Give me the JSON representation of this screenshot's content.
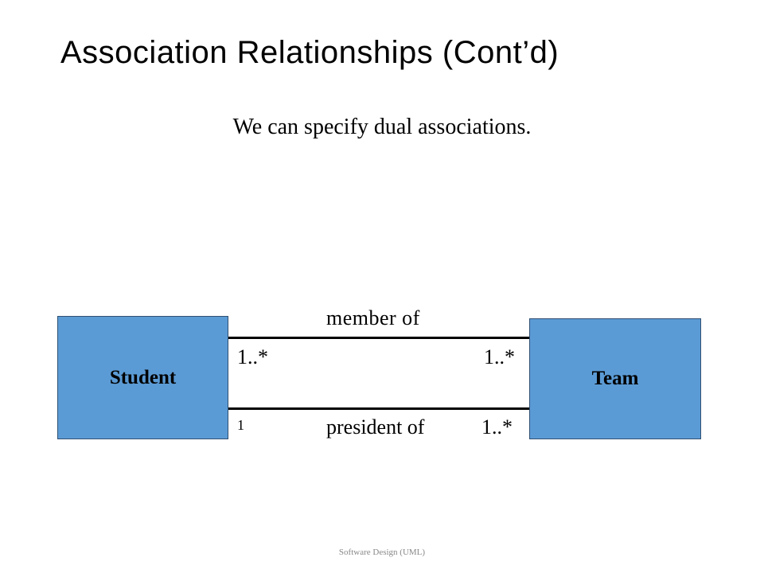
{
  "slide": {
    "title": "Association Relationships (Cont’d)",
    "subtitle": "We can specify dual associations.",
    "footer": "Software Design (UML)"
  },
  "diagram": {
    "class_fill": "#5b9bd5",
    "class_border": "#2f4f73",
    "classes": [
      {
        "name": "Student"
      },
      {
        "name": "Team"
      }
    ],
    "associations": [
      {
        "label": "member of",
        "multiplicity_left": "1..*",
        "multiplicity_right": "1..*"
      },
      {
        "label": "president of",
        "multiplicity_left": "1",
        "multiplicity_right": "1..*"
      }
    ]
  }
}
